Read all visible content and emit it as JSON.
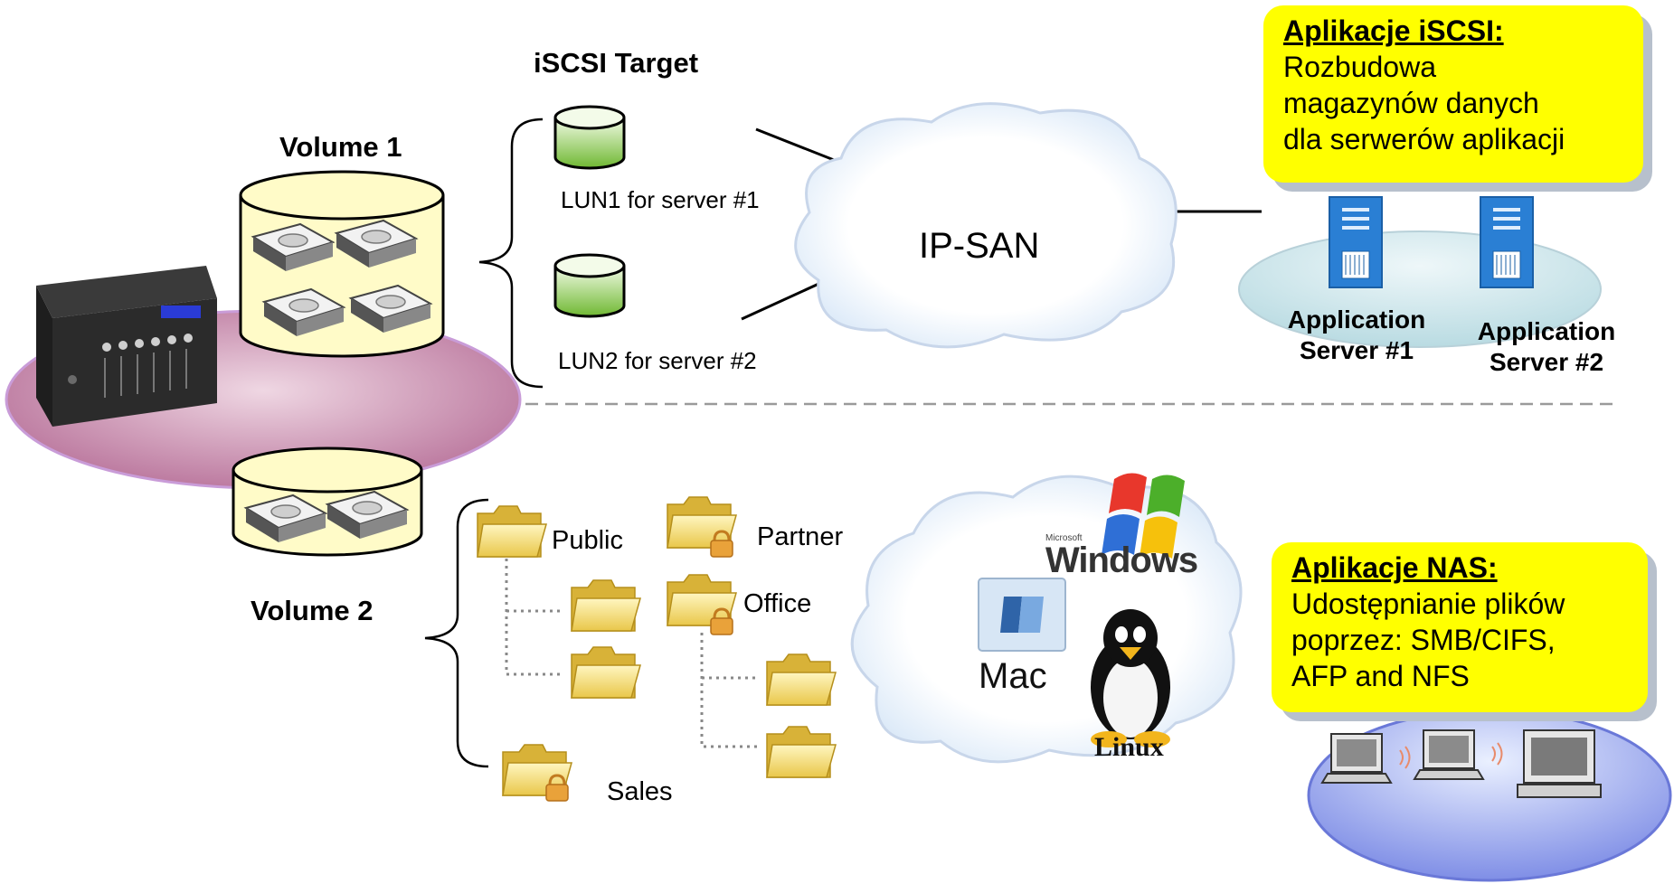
{
  "iscsi_target": {
    "title": "iSCSI Target",
    "luns": [
      "LUN1 for server #1",
      "LUN2 for server #2"
    ]
  },
  "volumes": [
    {
      "label": "Volume 1"
    },
    {
      "label": "Volume 2"
    }
  ],
  "ipsan": {
    "label": "IP-SAN"
  },
  "servers": [
    {
      "line1": "Application",
      "line2": "Server #1"
    },
    {
      "line1": "Application",
      "line2": "Server #2"
    }
  ],
  "iscsi_note": {
    "heading": "Aplikacje iSCSI:",
    "lines": [
      "Rozbudowa",
      "magazynów danych",
      "dla serwerów aplikacji"
    ]
  },
  "nas_note": {
    "heading": "Aplikacje NAS:",
    "lines": [
      "Udostępnianie plików",
      "poprzez: SMB/CIFS,",
      "AFP and NFS"
    ]
  },
  "folders": {
    "public": "Public",
    "partner": "Partner",
    "office": "Office",
    "sales": "Sales"
  },
  "os_cloud": {
    "windows_small": "Microsoft",
    "windows": "Windows",
    "mac": "Mac",
    "linux": "Linux"
  },
  "colors": {
    "note_yellow": "#ffff00",
    "nas_ellipse": "#9aa6f0",
    "san_ellipse": "#cfe6ea",
    "volume_fill": "#fffbc8",
    "nas_base": "#c98aa8",
    "lun_green": "#8ccf4f"
  }
}
